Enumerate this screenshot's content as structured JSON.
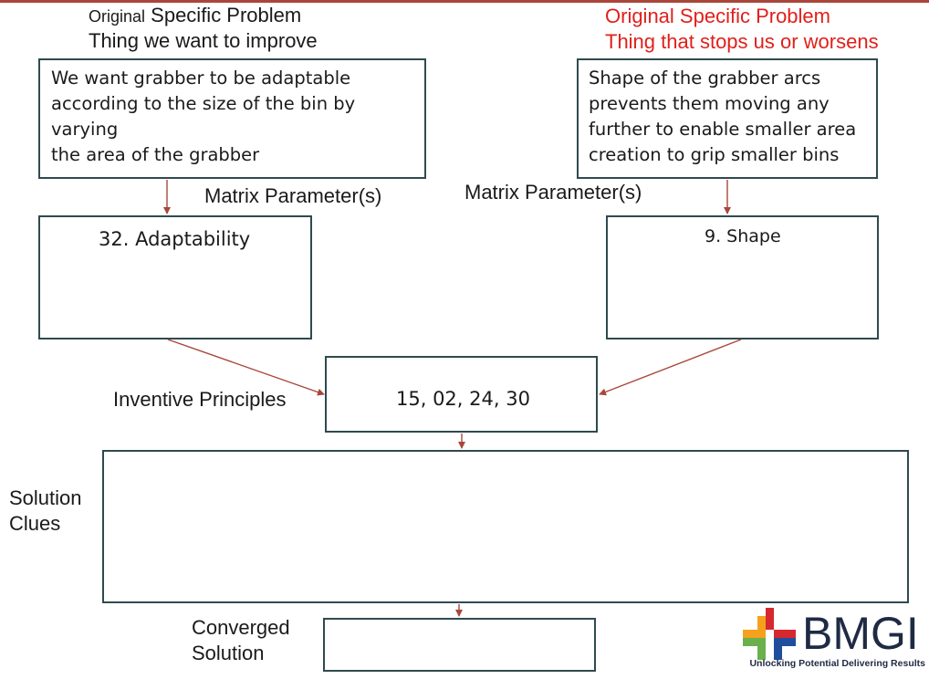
{
  "left_header": {
    "prefix": "Original",
    "title": "Specific Problem",
    "subtitle": "Thing we want to improve"
  },
  "right_header": {
    "title": "Original Specific Problem",
    "subtitle": "Thing that stops us or worsens"
  },
  "left_problem": [
    "We want grabber to be adaptable",
    "according to the size of the bin by varying",
    "the area of the grabber"
  ],
  "right_problem": [
    "Shape of the grabber arcs",
    "prevents them moving any",
    "further to enable smaller area",
    "creation to grip smaller bins"
  ],
  "matrix_label_left": "Matrix Parameter(s)",
  "matrix_label_right": "Matrix Parameter(s)",
  "left_parameter": "32. Adaptability",
  "right_parameter": "9. Shape",
  "principles_label": "Inventive Principles",
  "principles_value": "15, 02, 24, 30",
  "solution_clues_label": [
    "Solution",
    "Clues"
  ],
  "converged_label": [
    "Converged",
    "Solution"
  ],
  "logo": {
    "name": "BMGI",
    "tagline": "Unlocking Potential Delivering Results",
    "colors": {
      "orange": "#f4a11d",
      "red": "#d7282f",
      "green": "#6ab04c",
      "blue": "#1f4e9c",
      "word": "#1f2a44"
    }
  },
  "colors": {
    "box_border": "#2f4a4f",
    "arrow": "#a9463a",
    "header_red": "#e0201b"
  }
}
